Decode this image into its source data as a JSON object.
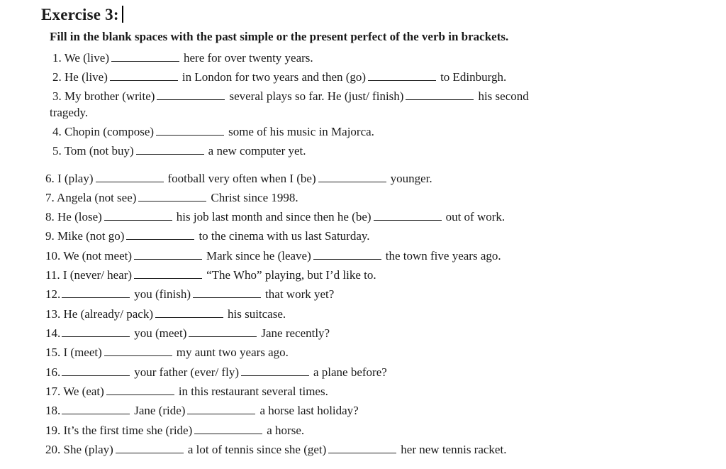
{
  "exercise": {
    "title": "Exercise 3:",
    "instruction": "Fill in the blank spaces with the past simple or the present perfect of the verb in brackets.",
    "items": [
      {
        "parts": [
          "1. We (live)",
          "here for over twenty years."
        ]
      },
      {
        "parts": [
          "2. He (live)",
          "in London for two years and then (go)",
          "to Edinburgh."
        ]
      },
      {
        "parts": [
          "3. My brother (write)",
          "several plays so far. He (just/ finish)",
          "his second"
        ]
      },
      {
        "parts": [
          "tragedy."
        ]
      },
      {
        "parts": [
          "4. Chopin (compose)",
          "some of his music in Majorca."
        ]
      },
      {
        "parts": [
          "5. Tom (not buy)",
          "a new computer yet."
        ]
      },
      {
        "parts": [
          "6. I (play)",
          "football very often when I (be)",
          "younger."
        ]
      },
      {
        "parts": [
          "7. Angela (not see)",
          "Christ since 1998."
        ]
      },
      {
        "parts": [
          "8. He (lose)",
          "his job last month and since then he (be)",
          "out of work."
        ]
      },
      {
        "parts": [
          "9. Mike (not go)",
          "to the cinema with us last Saturday."
        ]
      },
      {
        "parts": [
          "10. We (not meet)",
          "Mark since he (leave)",
          "the town five years ago."
        ]
      },
      {
        "parts": [
          "11. I (never/ hear)",
          "“The Who” playing, but I’d like to."
        ]
      },
      {
        "parts": [
          "12.",
          "you (finish)",
          "that work yet?"
        ]
      },
      {
        "parts": [
          "13. He (already/ pack)",
          "his suitcase."
        ]
      },
      {
        "parts": [
          "14.",
          "you (meet)",
          "Jane recently?"
        ]
      },
      {
        "parts": [
          "15. I (meet)",
          "my aunt two years ago."
        ]
      },
      {
        "parts": [
          "16.",
          "your father (ever/ fly)",
          "a plane before?"
        ]
      },
      {
        "parts": [
          "17. We (eat)",
          "in this restaurant several times."
        ]
      },
      {
        "parts": [
          "18.",
          "Jane (ride)",
          "a horse last holiday?"
        ]
      },
      {
        "parts": [
          "19. It’s the first time she (ride)",
          "a horse."
        ]
      },
      {
        "parts": [
          "20. She (play)",
          "a lot of tennis since she (get)",
          "her new tennis racket."
        ]
      }
    ]
  }
}
